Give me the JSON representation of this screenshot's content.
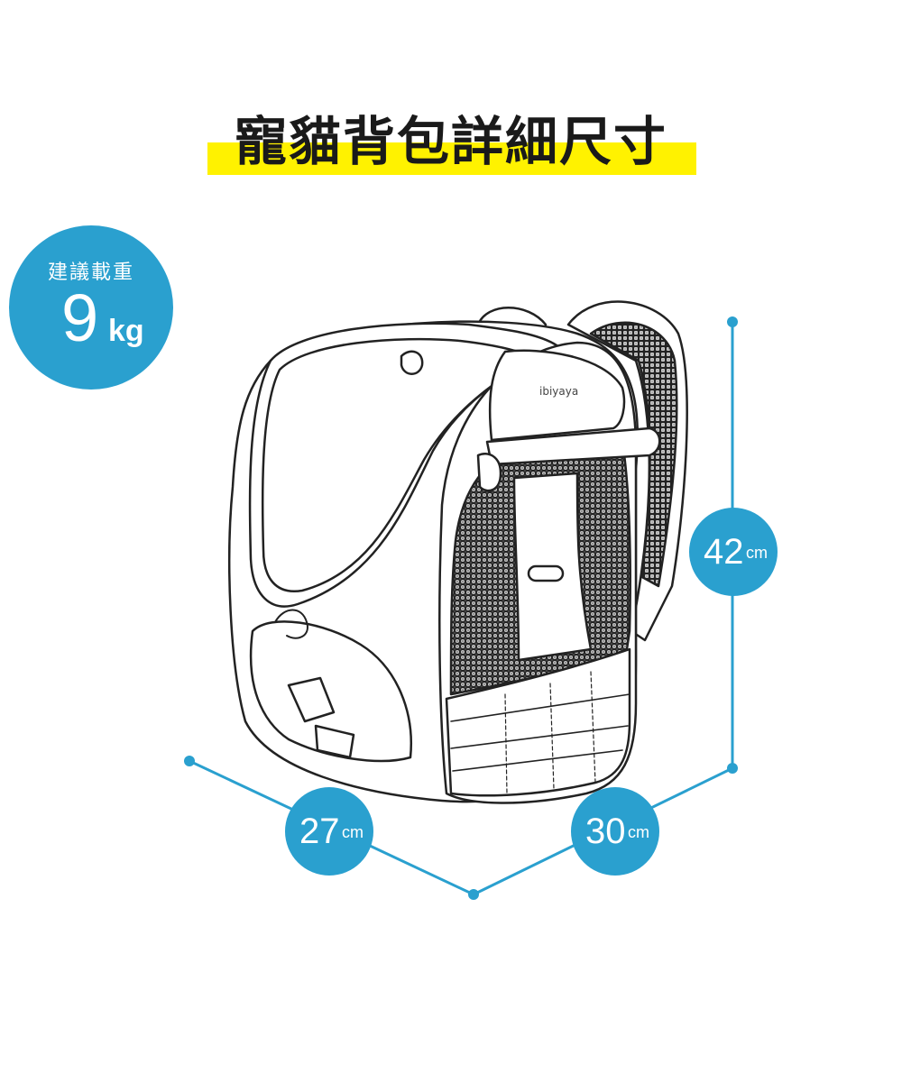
{
  "title": "寵貓背包詳細尺寸",
  "weight": {
    "label": "建議載重",
    "value": "9",
    "unit": "kg"
  },
  "dimensions": {
    "height": {
      "value": "42",
      "unit": "cm"
    },
    "depth": {
      "value": "27",
      "unit": "cm"
    },
    "width": {
      "value": "30",
      "unit": "cm"
    }
  },
  "brand_logo_text": "ibiyaya",
  "colors": {
    "accent": "#2aa0cf",
    "highlight": "#fff200",
    "line_art": "#222222"
  }
}
